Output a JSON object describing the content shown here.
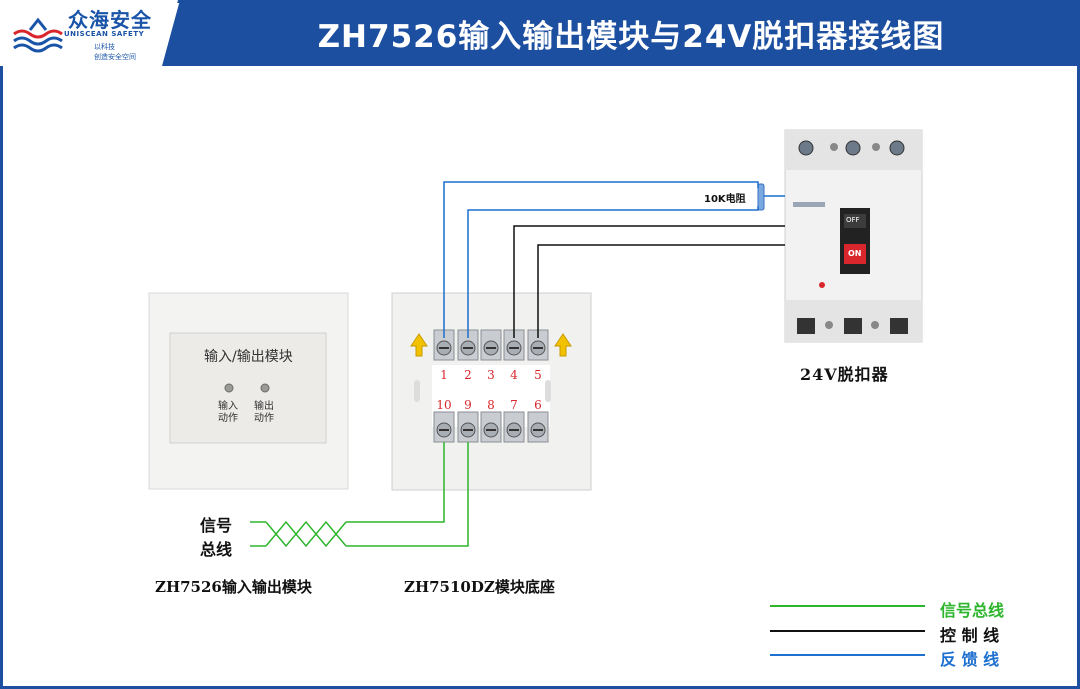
{
  "header": {
    "title": "ZH7526输入输出模块与24V脱扣器接线图",
    "logo_name": "众海安全",
    "logo_en": "UNISCEAN SAFETY",
    "logo_sub1": "以科技",
    "logo_sub2": "创造安全空间",
    "accent_color": "#1d4fa0"
  },
  "module": {
    "panel_title": "输入/输出模块",
    "led1_line1": "输入",
    "led1_line2": "动作",
    "led2_line1": "输出",
    "led2_line2": "动作",
    "caption": "ZH7526输入输出模块"
  },
  "base": {
    "caption": "ZH7510DZ模块底座",
    "top_numbers": [
      "1",
      "2",
      "3",
      "4",
      "5"
    ],
    "bottom_numbers": [
      "10",
      "9",
      "8",
      "7",
      "6"
    ]
  },
  "breaker": {
    "caption": "24V脱扣器",
    "resistor_label": "10K电阻",
    "switch_off": "OFF",
    "switch_on": "ON"
  },
  "signal_bus": {
    "line1": "信号",
    "line2": "总线"
  },
  "legend": [
    {
      "label": "信号总线",
      "color": "#2db52d"
    },
    {
      "label": "控 制 线",
      "color": "#111111"
    },
    {
      "label": "反 馈 线",
      "color": "#1d6fd0"
    }
  ]
}
